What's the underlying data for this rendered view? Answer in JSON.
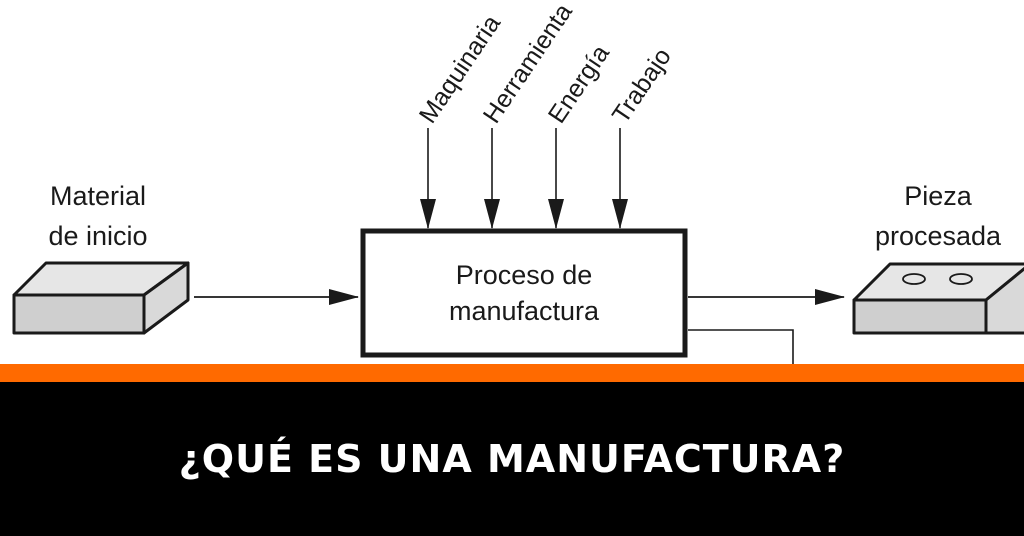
{
  "diagram": {
    "inputs": [
      "Maquinaria",
      "Herramienta",
      "Energía",
      "Trabajo"
    ],
    "start_label": [
      "Material",
      "de inicio"
    ],
    "process_label": [
      "Proceso de",
      "manufactura"
    ],
    "output_label": [
      "Pieza",
      "procesada"
    ]
  },
  "banner": {
    "title": "¿QUÉ ES UNA MANUFACTURA?",
    "accent_color": "#ff6a00",
    "background_color": "#000000"
  }
}
